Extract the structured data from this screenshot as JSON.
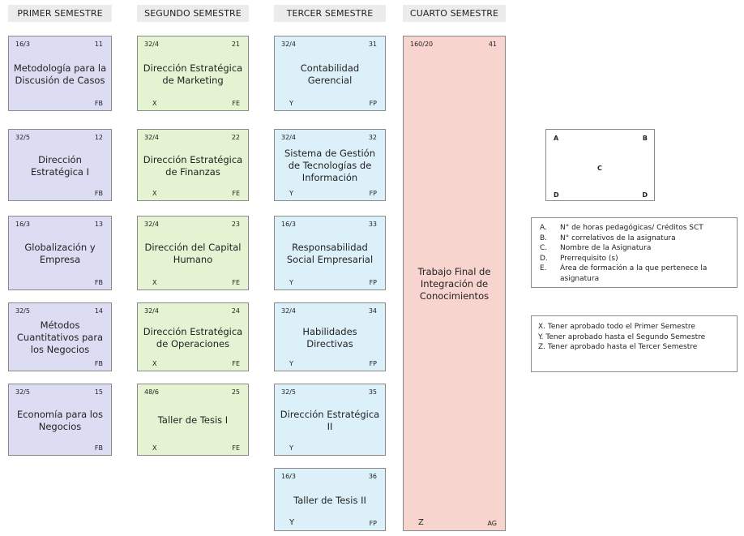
{
  "semesters": [
    {
      "label": "PRIMER SEMESTRE"
    },
    {
      "label": "SEGUNDO SEMESTRE"
    },
    {
      "label": "TERCER SEMESTRE"
    },
    {
      "label": "CUARTO SEMESTRE"
    }
  ],
  "courses": [
    {
      "hours": "16/3",
      "code": "11",
      "name": "Metodología para la Discusión de Casos",
      "prereq": "",
      "area": "FB"
    },
    {
      "hours": "32/5",
      "code": "12",
      "name": "Dirección Estratégica I",
      "prereq": "",
      "area": "FB"
    },
    {
      "hours": "16/3",
      "code": "13",
      "name": "Globalización y Empresa",
      "prereq": "",
      "area": "FB"
    },
    {
      "hours": "32/5",
      "code": "14",
      "name": "Métodos Cuantitativos para los Negocios",
      "prereq": "",
      "area": "FB"
    },
    {
      "hours": "32/5",
      "code": "15",
      "name": "Economía para los Negocios",
      "prereq": "",
      "area": "FB"
    },
    {
      "hours": "32/4",
      "code": "21",
      "name": "Dirección Estratégica de Marketing",
      "prereq": "X",
      "area": "FE"
    },
    {
      "hours": "32/4",
      "code": "22",
      "name": "Dirección Estratégica de Finanzas",
      "prereq": "X",
      "area": "FE"
    },
    {
      "hours": "32/4",
      "code": "23",
      "name": "Dirección del Capital Humano",
      "prereq": "X",
      "area": "FE"
    },
    {
      "hours": "32/4",
      "code": "24",
      "name": "Dirección Estratégica de Operaciones",
      "prereq": "X",
      "area": "FE"
    },
    {
      "hours": "48/6",
      "code": "25",
      "name": "Taller de Tesis I",
      "prereq": "X",
      "area": "FE"
    },
    {
      "hours": "32/4",
      "code": "31",
      "name": "Contabilidad Gerencial",
      "prereq": "Y",
      "area": "FP"
    },
    {
      "hours": "32/4",
      "code": "32",
      "name": "Sistema de Gestión de Tecnologías de Información",
      "prereq": "Y",
      "area": "FP"
    },
    {
      "hours": "16/3",
      "code": "33",
      "name": "Responsabilidad Social Empresarial",
      "prereq": "Y",
      "area": "FP"
    },
    {
      "hours": "32/4",
      "code": "34",
      "name": "Habilidades Directivas",
      "prereq": "Y",
      "area": "FP"
    },
    {
      "hours": "32/5",
      "code": "35",
      "name": "Dirección Estratégica II",
      "prereq": "Y",
      "area": ""
    },
    {
      "hours": "16/3",
      "code": "36",
      "name": "Taller de Tesis II",
      "prereq": "Y",
      "area": "FP"
    },
    {
      "hours": "160/20",
      "code": "41",
      "name": "Trabajo Final de Integración de Conocimientos",
      "prereq": "Z",
      "area": "AG"
    }
  ],
  "legend_key": {
    "a": "A",
    "b": "B",
    "c": "C",
    "d_left": "D",
    "d_right": "D"
  },
  "definitions": [
    {
      "letter": "A.",
      "text": "N° de horas pedagógicas/ Créditos SCT"
    },
    {
      "letter": "B.",
      "text": "N° correlativos de la asignatura"
    },
    {
      "letter": "C.",
      "text": "Nombre de la Asignatura"
    },
    {
      "letter": "D.",
      "text": "Prerrequisito (s)"
    },
    {
      "letter": "E.",
      "text": "Área de formación a la que pertenece la asignatura"
    }
  ],
  "prerequisites": [
    "X. Tener aprobado todo el Primer Semestre",
    "Y. Tener aprobado hasta el Segundo Semestre",
    "Z. Tener aprobado hasta el Tercer Semestre"
  ],
  "colors": {
    "sem1": "#dcdcf3",
    "sem2": "#e4f4d2",
    "sem3": "#dcf0f9",
    "sem4": "#f8d4cf",
    "header": "#ececec"
  }
}
